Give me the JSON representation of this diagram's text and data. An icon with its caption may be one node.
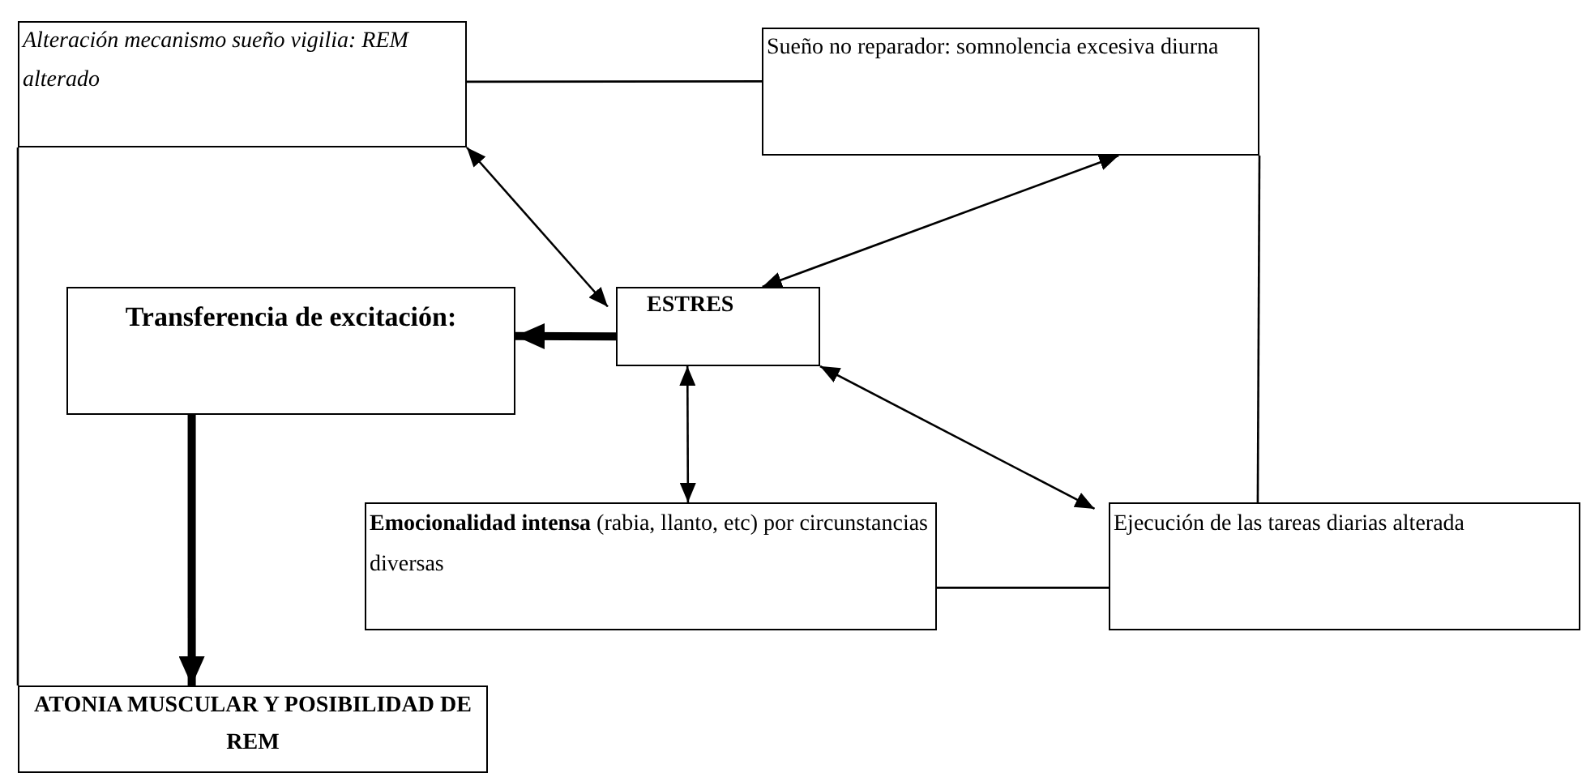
{
  "diagram": {
    "nodes": [
      {
        "text": [
          "Alteración mecanismo sueño vigilia: REM alterado"
        ]
      },
      {
        "text": [
          "Sueño no reparador: somnolencia excesiva diurna"
        ]
      },
      {
        "text": [
          "**Transferencia de excitación**:"
        ]
      },
      {
        "text": [
          "ESTRES"
        ]
      },
      {
        "text": [
          "**Emocionalidad intensa** (rabia, llanto, etc) por circunstancias diversas"
        ]
      },
      {
        "text": [
          "Ejecución de las tareas diarias alterada"
        ]
      },
      {
        "text": [
          "ATONIA MUSCULAR Y POSIBILIDAD DE REM"
        ]
      }
    ],
    "edges": [
      {
        "from": 0,
        "to": 1,
        "arrow": "none"
      },
      {
        "from": 0,
        "to": 6,
        "arrow": "none"
      },
      {
        "from": 0,
        "to": 3,
        "arrow": "both"
      },
      {
        "from": 1,
        "to": 3,
        "arrow": "both"
      },
      {
        "from": 1,
        "to": 5,
        "arrow": "none"
      },
      {
        "from": 3,
        "to": 2,
        "arrow": "to",
        "style": "thick"
      },
      {
        "from": 3,
        "to": 4,
        "arrow": "both"
      },
      {
        "from": 3,
        "to": 5,
        "arrow": "both"
      },
      {
        "from": 2,
        "to": 6,
        "arrow": "to",
        "style": "thick"
      },
      {
        "from": 4,
        "to": 5,
        "arrow": "none"
      }
    ]
  }
}
